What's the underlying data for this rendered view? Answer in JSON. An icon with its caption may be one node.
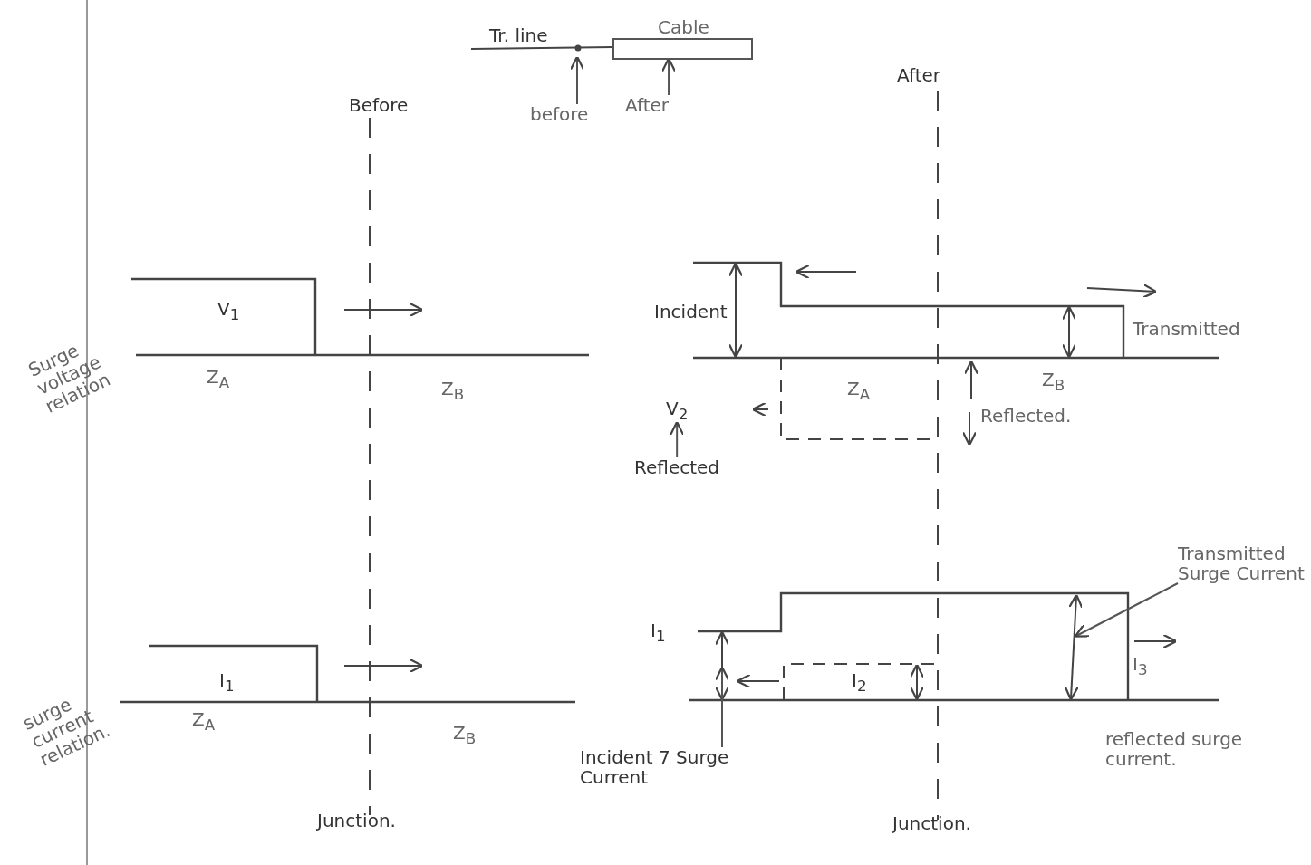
{
  "diagram": {
    "nodes": [
      {
        "text": [
          "Cable"
        ]
      },
      {
        "text": [
          "before"
        ]
      },
      {
        "text": [
          "After"
        ]
      },
      {
        "text": [
          "V$_{2}$"
        ]
      },
      {
        "text": [
          "Reflected"
        ]
      },
      {
        "text": [
          "Incident 7 Surge Current"
        ]
      },
      {
        "text": [
          "Transmitted Surge Current"
        ]
      },
      {
        "text": [],
        "shape": "arrow"
      },
      {
        "text": [],
        "shape": "arrow"
      }
    ],
    "edges": [
      {
        "from": 1,
        "to": null,
        "arrow": "to"
      },
      {
        "from": 2,
        "to": 0,
        "arrow": "to"
      },
      {
        "from": 4,
        "to": 3,
        "arrow": "to"
      },
      {
        "from": 5,
        "to": 7,
        "arrow": "to"
      },
      {
        "from": 6,
        "to": 8,
        "arrow": "to"
      }
    ],
    "labels": [
      "Tr. line",
      "Before",
      "After",
      "V$_{1}$",
      "Surge voltage relation",
      "Z$_{A}$",
      "Z$_{B}$",
      "Incident",
      "Transmitted",
      "Z$_{A}$",
      "Z$_{B}$",
      "Reflected.",
      "I$_{1}$",
      "surge current relation.",
      "Z$_{A}$",
      "Z$_{B}$",
      "I$_{1}$",
      "I$_{2}$",
      "I$_{3}$",
      "reflected surge current.",
      "Junction.",
      "Junction."
    ]
  }
}
